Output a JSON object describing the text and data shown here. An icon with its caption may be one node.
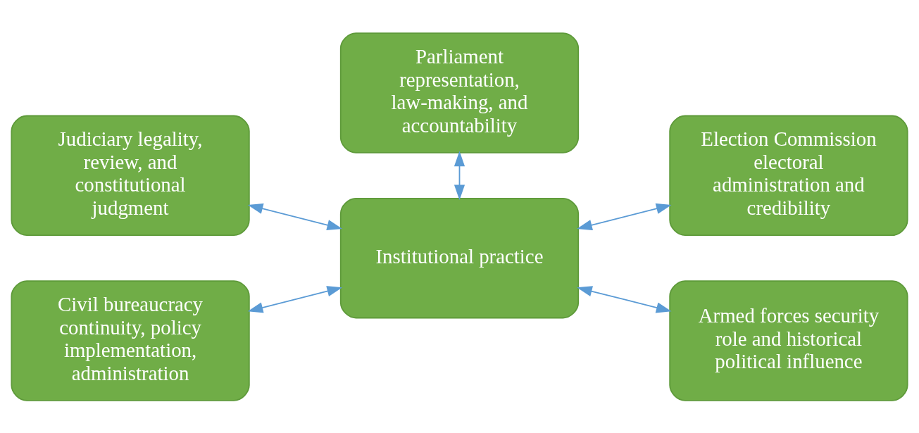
{
  "diagram": {
    "nodes": [
      {
        "text": [
          "Parliament representation, law-making, and accountability"
        ]
      },
      {
        "text": [
          "Judiciary legality, review, and constitutional judgment"
        ]
      },
      {
        "text": [
          "Election Commission electoral administration and credibility"
        ]
      },
      {
        "text": [
          "Institutional practice"
        ]
      },
      {
        "text": [
          "Civil bureaucracy continuity, policy implementation, administration"
        ]
      },
      {
        "text": [
          "Armed forces security role and historical political influence"
        ]
      }
    ],
    "edges": [
      {
        "from": 0,
        "to": 3,
        "arrow": "both"
      },
      {
        "from": 1,
        "to": 3,
        "arrow": "both"
      },
      {
        "from": 3,
        "to": 2,
        "arrow": "both"
      },
      {
        "from": 4,
        "to": 3,
        "arrow": "both"
      },
      {
        "from": 3,
        "to": 5,
        "arrow": "both"
      }
    ]
  }
}
